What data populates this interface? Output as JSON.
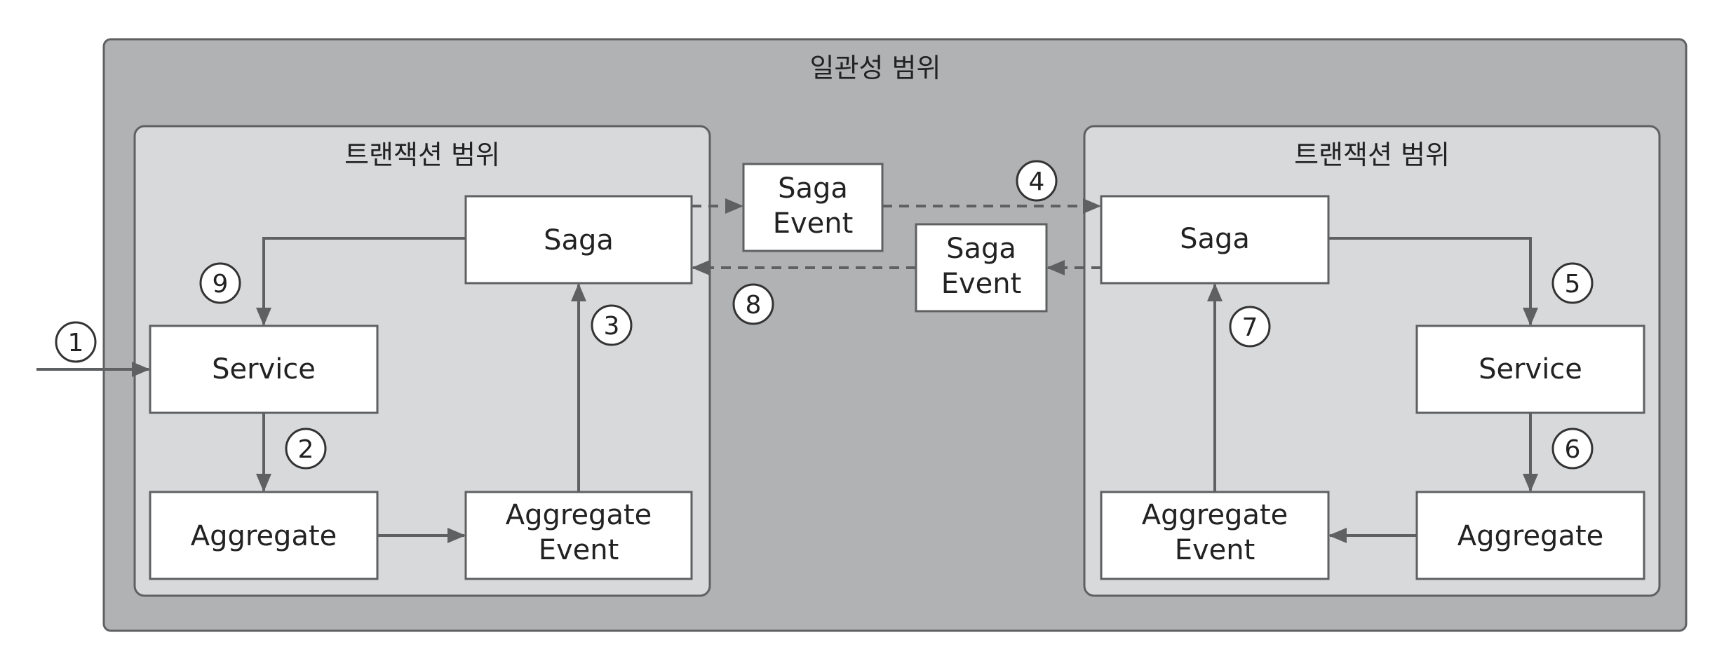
{
  "outer_scope": {
    "title": "일관성 범위"
  },
  "left_scope": {
    "title": "트랜잭션 범위",
    "saga": "Saga",
    "service": "Service",
    "aggregate": "Aggregate",
    "aggregate_event": [
      "Aggregate",
      "Event"
    ]
  },
  "right_scope": {
    "title": "트랜잭션 범위",
    "saga": "Saga",
    "service": "Service",
    "aggregate": "Aggregate",
    "aggregate_event": [
      "Aggregate",
      "Event"
    ]
  },
  "saga_event_forward": [
    "Saga",
    "Event"
  ],
  "saga_event_backward": [
    "Saga",
    "Event"
  ],
  "steps": [
    "1",
    "2",
    "3",
    "4",
    "5",
    "6",
    "7",
    "8",
    "9"
  ],
  "colors": {
    "outer_fill": "#b1b2b4",
    "inner_fill": "#d8d9db",
    "stroke": "#5f6062",
    "arrow": "#5f6062",
    "box_fill": "#ffffff",
    "text": "#222222"
  }
}
